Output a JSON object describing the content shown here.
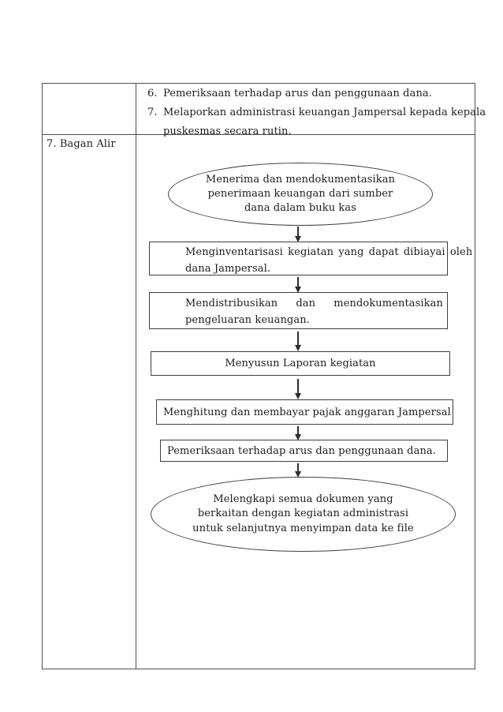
{
  "colors": {
    "background": "#ffffff",
    "text": "#1c1c1c",
    "table_border": "#4f4f4f",
    "shape_border": "#3e3e3e",
    "arrow": "#2d2d2d"
  },
  "table": {
    "procedure_list": {
      "item6": {
        "number": "6.",
        "text": "Pemeriksaan terhadap arus dan penggunaan dana."
      },
      "item7": {
        "number": "7.",
        "line1": "Melaporkan administrasi keuangan Jampersal kepada kepala",
        "line2": "puskesmas secara rutin."
      }
    },
    "bagan_alir_label": "7. Bagan Alir"
  },
  "flowchart": {
    "start_ellipse": {
      "line1": "Menerima dan mendokumentasikan",
      "line2": "penerimaan keuangan dari sumber",
      "line3": "dana dalam buku kas"
    },
    "box1": {
      "line1": "Menginventarisasi kegiatan yang dapat dibiayai oleh",
      "line2": "dana Jampersal."
    },
    "box2": {
      "words": [
        "Mendistribusikan",
        "dan",
        "mendokumentasikan"
      ],
      "line2": "pengeluaran keuangan."
    },
    "box3": {
      "text": "Menyusun Laporan kegiatan"
    },
    "box4": {
      "text": "Menghitung dan membayar pajak anggaran Jampersal"
    },
    "box5": {
      "text": "Pemeriksaan terhadap arus dan penggunaan dana."
    },
    "end_ellipse": {
      "line1": "Melengkapi semua dokumen yang",
      "line2": "berkaitan dengan kegiatan administrasi",
      "line3": "untuk selanjutnya menyimpan data ke file"
    }
  }
}
